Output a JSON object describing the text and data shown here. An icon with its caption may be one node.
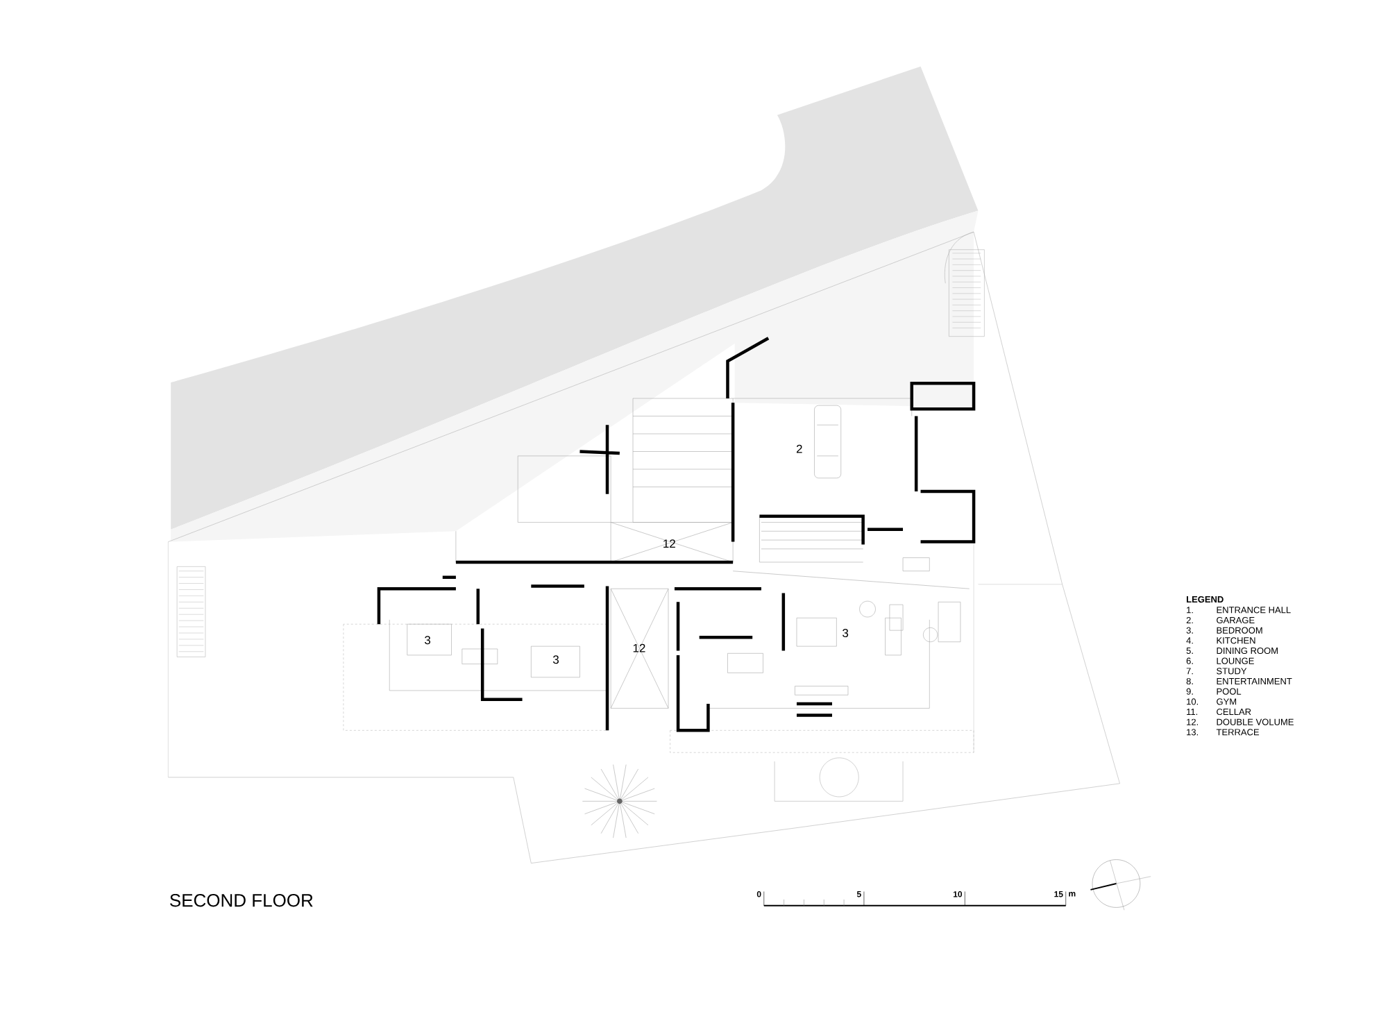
{
  "diagram": {
    "title": "SECOND FLOOR",
    "labels": [
      "2",
      "12",
      "3",
      "3",
      "12",
      "3",
      "LEGEND",
      "1.",
      "ENTRANCE HALL",
      "2.",
      "GARAGE",
      "3.",
      "BEDROOM",
      "4.",
      "KITCHEN",
      "5.",
      "DINING ROOM",
      "6.",
      "LOUNGE",
      "7.",
      "STUDY",
      "8.",
      "ENTERTAINMENT",
      "9.",
      "POOL",
      "10.",
      "GYM",
      "11.",
      "CELLAR",
      "12.",
      "DOUBLE VOLUME",
      "13.",
      "TERRACE",
      "0",
      "5",
      "10",
      "15",
      "m"
    ]
  }
}
